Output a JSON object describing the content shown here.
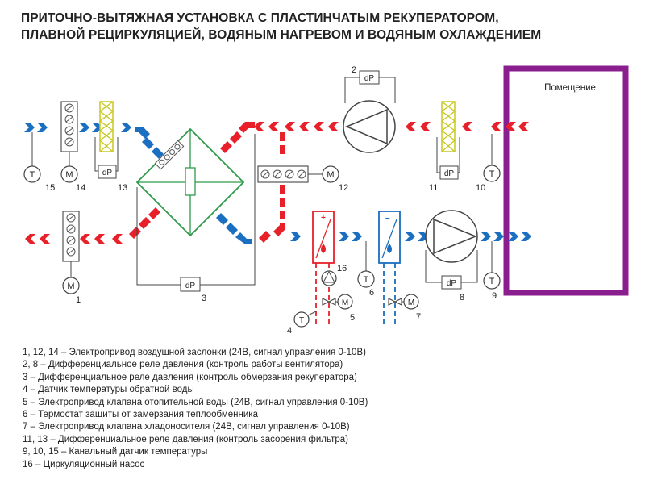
{
  "title": {
    "line1": "ПРИТОЧНО-ВЫТЯЖНАЯ УСТАНОВКА С ПЛАСТИНЧАТЫМ РЕКУПЕРАТОРОМ,",
    "line2": "ПЛАВНОЙ РЕЦИРКУЛЯЦИЕЙ, ВОДЯНЫМ НАГРЕВОМ И ВОДЯНЫМ ОХЛАЖДЕНИЕМ"
  },
  "room_label": "Помещение",
  "symbols": {
    "dp": "dP",
    "temp": "T",
    "motor": "M",
    "plus": "+",
    "minus": "–"
  },
  "numbers": {
    "n1": "1",
    "n2": "2",
    "n3": "3",
    "n4": "4",
    "n5": "5",
    "n6": "6",
    "n7": "7",
    "n8": "8",
    "n9": "9",
    "n10": "10",
    "n11": "11",
    "n12": "12",
    "n13": "13",
    "n14": "14",
    "n15": "15",
    "n16": "16"
  },
  "legend": [
    "1, 12, 14 – Электропривод воздушной заслонки (24В, сигнал управления 0-10В)",
    "2, 8 – Дифференциальное реле давления (контроль работы вентилятора)",
    "3 – Дифференциальное реле давления  (контроль обмерзания рекуператора)",
    "4 – Датчик температуры обратной воды",
    "5 – Электропривод клапана отопительной воды (24В, сигнал управления 0-10В)",
    "6 – Термостат защиты от замерзания теплообменника",
    "7 – Электропривод клапана хладоносителя (24В, сигнал управления 0-10В)",
    "11, 13 – Дифференциальное реле давления (контроль засорения фильтра)",
    "9, 10, 15 – Канальный датчик температуры",
    "16 – Циркуляционный насос"
  ],
  "colors": {
    "supply_air": "#1a6fc0",
    "exhaust_air": "#e8202a",
    "recuperator": "#2e9a4a",
    "room": "#8b1e8e",
    "filter": "#c8c820",
    "line": "#444444"
  }
}
